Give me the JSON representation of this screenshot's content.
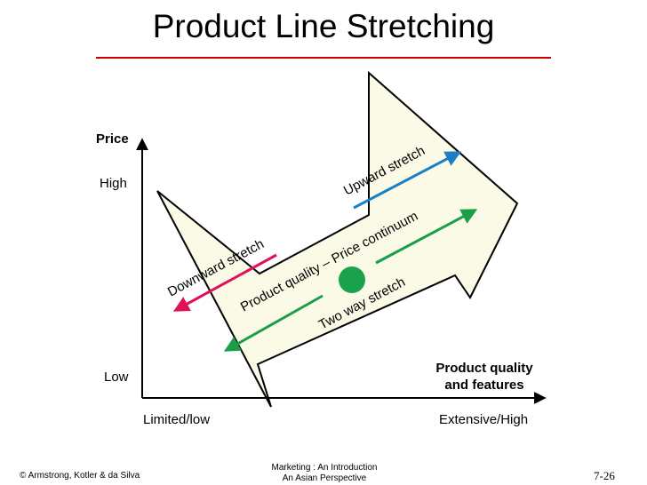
{
  "title": "Product Line Stretching",
  "axes": {
    "y_title": "Price",
    "y_high": "High",
    "y_low": "Low",
    "x_title_line1": "Product quality",
    "x_title_line2": "and features",
    "x_left": "Limited/low",
    "x_right": "Extensive/High"
  },
  "labels": {
    "upward": "Upward stretch",
    "downward": "Downward stretch",
    "continuum": "Product quality – Price continuum",
    "two_way": "Two way stretch"
  },
  "colors": {
    "band_fill": "#fafae6",
    "upward": "#1a7fc4",
    "downward": "#e0105a",
    "two_way": "#1a9e4a",
    "marker": "#1aa34a",
    "title_rule": "#cc0000"
  },
  "footer": {
    "left": "© Armstrong, Kotler & da Silva",
    "center_line1": "Marketing : An Introduction",
    "center_line2": "An Asian Perspective",
    "page": "7-26"
  }
}
